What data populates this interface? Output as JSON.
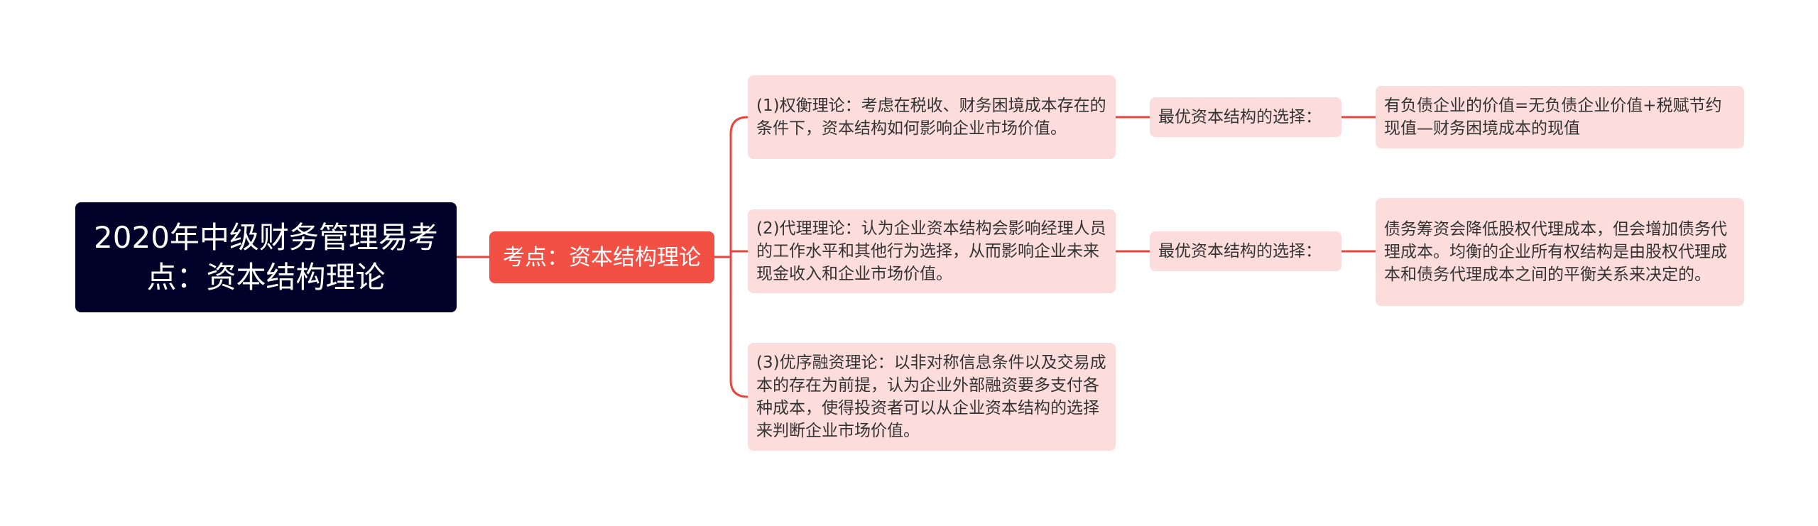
{
  "root": {
    "title": "2020年中级财务管理易考点：资本结构理论"
  },
  "center": {
    "label": "考点：资本结构理论"
  },
  "branches": [
    {
      "text": "(1)权衡理论：考虑在税收、财务困境成本存在的条件下，资本结构如何影响企业市场价值。",
      "label": "最优资本结构的选择：",
      "detail": "有负债企业的价值=无负债企业价值+税赋节约现值—财务困境成本的现值"
    },
    {
      "text": "(2)代理理论：认为企业资本结构会影响经理人员的工作水平和其他行为选择，从而影响企业未来现金收入和企业市场价值。",
      "label": "最优资本结构的选择：",
      "detail": "债务筹资会降低股权代理成本，但会增加债务代理成本。均衡的企业所有权结构是由股权代理成本和债务代理成本之间的平衡关系来决定的。"
    },
    {
      "text": "(3)优序融资理论：以非对称信息条件以及交易成本的存在为前提，认为企业外部融资要多支付各种成本，使得投资者可以从企业资本结构的选择来判断企业市场价值。"
    }
  ],
  "colors": {
    "root_bg": "#000229",
    "center_bg": "#f25045",
    "node_bg": "#fddddc",
    "connector": "#e8453c",
    "text_dark": "#333333"
  }
}
